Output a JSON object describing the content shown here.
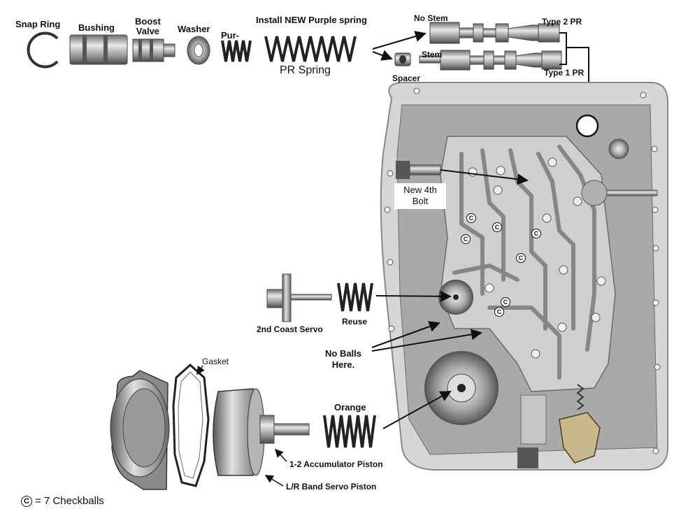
{
  "parts": {
    "snap_ring": "Snap Ring",
    "bushing": "Bushing",
    "boost_valve": "Boost\nValve",
    "washer": "Washer",
    "purple": "Pur-",
    "install_note": "Install NEW Purple spring",
    "pr_spring": "PR Spring",
    "no_stem": "No Stem",
    "stem": "Stem",
    "spacer": "Spacer",
    "type2": "Type 2 PR",
    "type1": "Type 1 PR",
    "new_bolt": "New 4th\nBolt",
    "coast_servo": "2nd Coast Servo",
    "reuse": "Reuse",
    "no_balls": "No Balls\nHere.",
    "gasket": "Gasket",
    "orange": "Orange",
    "accum_piston": "1-2 Accumulator Piston",
    "lr_servo": "L/R Band Servo Piston"
  },
  "checkball_symbol": "C",
  "legend": {
    "symbol": "C",
    "text": "= 7 Checkballs"
  },
  "colors": {
    "metal_light": "#d9d9d9",
    "metal_dark": "#7a7a7a",
    "casting": "#b8b8b8"
  }
}
